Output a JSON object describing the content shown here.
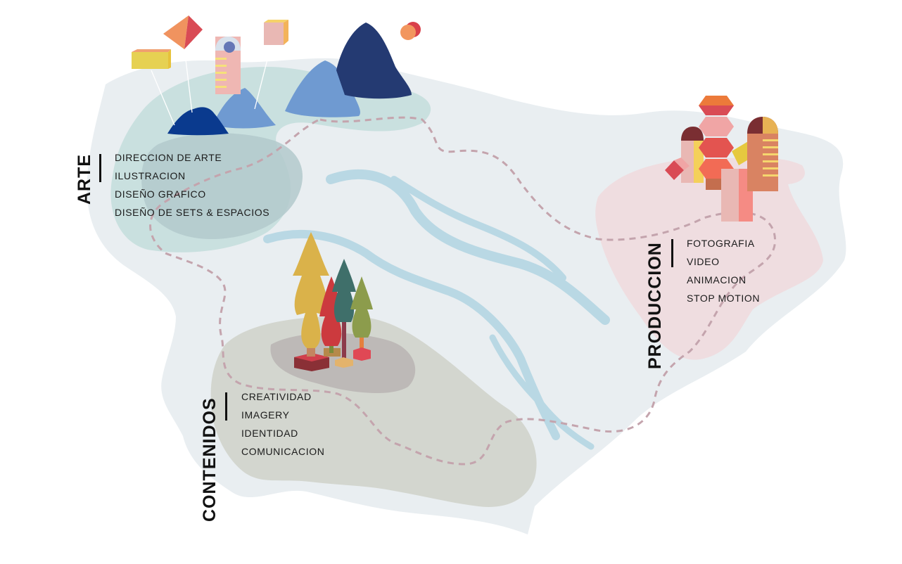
{
  "sections": {
    "arte": {
      "title": "ARTE",
      "items": [
        "DIRECCION DE ARTE",
        "ILUSTRACION",
        "DISEÑO GRAFICO",
        "DISEÑO DE SETS & ESPACIOS"
      ]
    },
    "produccion": {
      "title": "PRODUCCION",
      "items": [
        "FOTOGRAFIA",
        "VIDEO",
        "ANIMACION",
        "STOP MOTION"
      ]
    },
    "contenidos": {
      "title": "CONTENIDOS",
      "items": [
        "CREATIVIDAD",
        "IMAGERY",
        "IDENTIDAD",
        "COMUNICACION"
      ]
    }
  },
  "colors": {
    "land": "#e9eef1",
    "arte_region": "#c9e0df",
    "arte_shadow": "#adc5cb",
    "produccion_region": "#efdde0",
    "contenidos_region": "#d3d6cf",
    "river": "#b9d8e4",
    "path": "#c4a4ad",
    "text": "#111111"
  }
}
